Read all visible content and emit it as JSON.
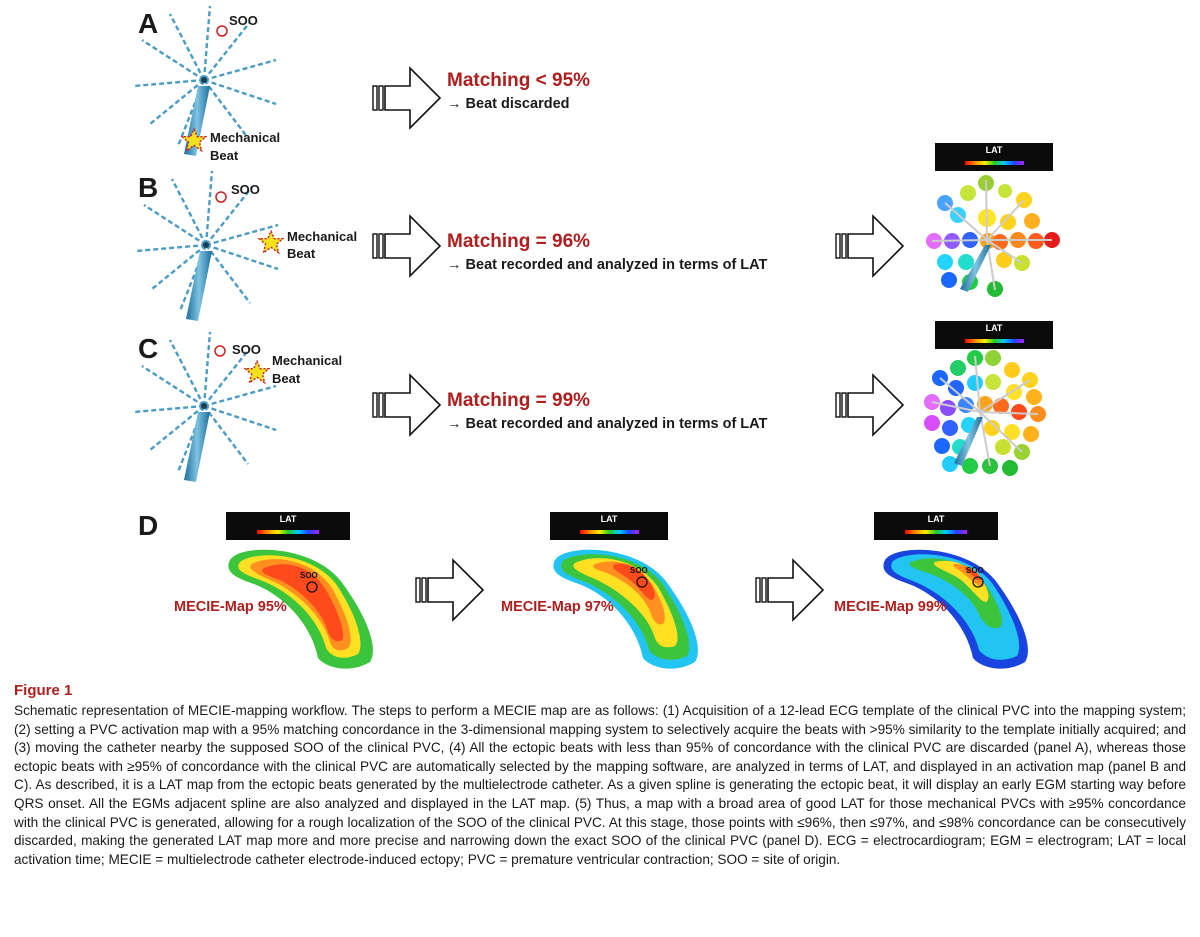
{
  "panels": {
    "a": {
      "letter": "A",
      "soo": "SOO",
      "mech_line1": "Mechanical",
      "mech_line2": "Beat",
      "matching": "Matching < 95%",
      "result": "→ Beat discarded"
    },
    "b": {
      "letter": "B",
      "soo": "SOO",
      "mech_line1": "Mechanical",
      "mech_line2": "Beat",
      "matching": "Matching = 96%",
      "result": "→ Beat recorded and analyzed in terms of LAT",
      "lat": "LAT"
    },
    "c": {
      "letter": "C",
      "soo": "SOO",
      "mech_line1": "Mechanical",
      "mech_line2": "Beat",
      "matching": "Matching = 99%",
      "result": "→ Beat recorded and analyzed in terms of LAT",
      "lat": "LAT"
    },
    "d": {
      "letter": "D",
      "maps": [
        {
          "lat": "LAT",
          "soo": "SOO",
          "label": "MECIE-Map 95%"
        },
        {
          "lat": "LAT",
          "soo": "SOO",
          "label": "MECIE-Map 97%"
        },
        {
          "lat": "LAT",
          "soo": "SOO",
          "label": "MECIE-Map 99%"
        }
      ]
    }
  },
  "colors": {
    "accent_red": "#b01e1e",
    "lat_scale": [
      "#ff0000",
      "#ff8c00",
      "#ffee00",
      "#22cc22",
      "#00ccff",
      "#2244ff",
      "#aa22ff"
    ]
  },
  "caption": {
    "title": "Figure 1",
    "body": "Schematic representation of MECIE-mapping workflow. The steps to perform a MECIE map are as follows: (1) Acquisition of a 12-lead ECG template of the clinical PVC into the mapping system; (2) setting a PVC activation map with a 95% matching concordance in the 3-dimensional mapping system to selectively acquire the beats with >95% similarity to the template initially acquired; and (3) moving the catheter nearby the supposed SOO of the clinical PVC, (4) All the ectopic beats with less than 95% of concordance with the clinical PVC are discarded (panel A), whereas those ectopic beats with ≥95% of concordance with the clinical PVC are automatically selected by the mapping software, are analyzed in terms of LAT, and displayed in an activation map (panel B and C). As described, it is a LAT map from the ectopic beats generated by the multielectrode catheter. As a given spline is generating the ectopic beat, it will display an early EGM starting way before QRS onset. All the EGMs adjacent spline are also analyzed and displayed in the LAT map. (5) Thus, a map with a broad area of good LAT for those mechanical PVCs with ≥95% concordance with the clinical PVC is generated, allowing for a rough localization of the SOO of the clinical PVC. At this stage, those points with ≤96%, then ≤97%, and ≤98% concordance can be consecutively discarded, making the generated LAT map more and more precise and narrowing down the exact SOO of the clinical PVC (panel D). ECG = electrocardiogram; EGM = electrogram; LAT = local activation time; MECIE = multielectrode catheter electrode-induced ectopy; PVC = premature ventricular contraction; SOO = site of origin."
  }
}
